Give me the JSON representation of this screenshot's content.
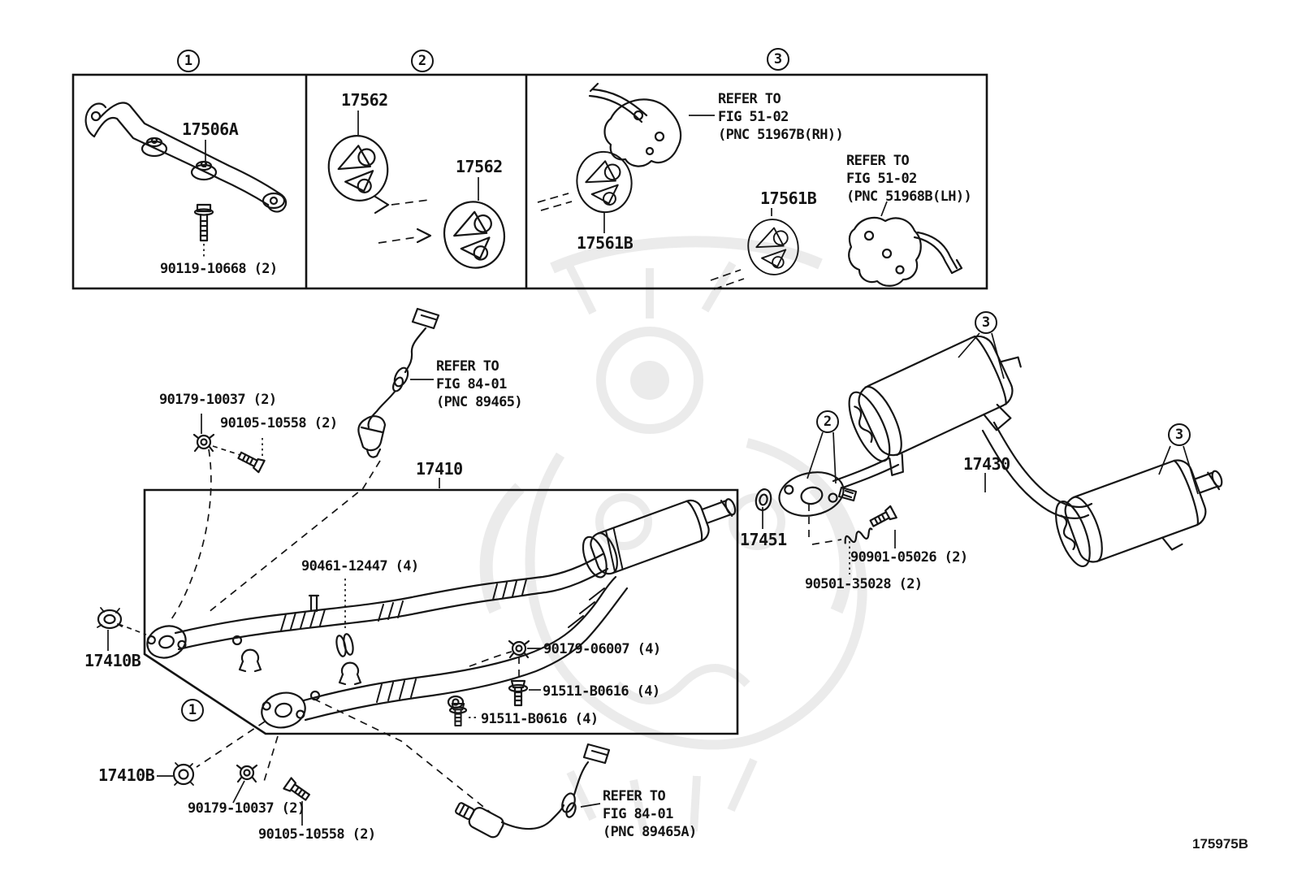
{
  "top_panel": {
    "sections": [
      {
        "badge": "1",
        "parts": {
          "bracket": "17506A",
          "bolt": "90119-10668 (2)"
        }
      },
      {
        "badge": "2",
        "parts": {
          "hanger_a": "17562",
          "hanger_b": "17562"
        }
      },
      {
        "badge": "3",
        "parts": {
          "hanger_a": "17561B",
          "hanger_b": "17561B"
        },
        "refer_rh": {
          "line1": "REFER TO",
          "line2": "FIG 51-02",
          "line3": "(PNC 51967B(RH))"
        },
        "refer_lh": {
          "line1": "REFER TO",
          "line2": "FIG 51-02",
          "line3": "(PNC 51968B(LH))"
        }
      }
    ]
  },
  "main": {
    "badges": {
      "b1": "1",
      "b2": "2",
      "b3a": "3",
      "b3b": "3"
    },
    "refer_front": {
      "line1": "REFER TO",
      "line2": "FIG 84-01",
      "line3": "(PNC 89465)"
    },
    "refer_rear": {
      "line1": "REFER TO",
      "line2": "FIG 84-01",
      "line3": "(PNC 89465A)"
    },
    "parts": {
      "front_pipe": "17410",
      "tail_pipe": "17430",
      "gasket_center": "17451",
      "gasket_front_a": "17410B",
      "gasket_front_b": "17410B",
      "nut_front_a": "90179-10037 (2)",
      "bolt_front_a": "90105-10558 (2)",
      "nut_front_b": "90179-10037 (2)",
      "bolt_front_b": "90105-10558 (2)",
      "clamp": "90461-12447 (4)",
      "nut_center": "90179-06007 (4)",
      "bolt_center_a": "91511-B0616 (4)",
      "bolt_center_b": "91511-B0616 (4)",
      "bolt_rear": "90901-05026 (2)",
      "stud_rear": "90501-35028 (2)"
    }
  },
  "footer": {
    "figure_code": "175975B"
  }
}
